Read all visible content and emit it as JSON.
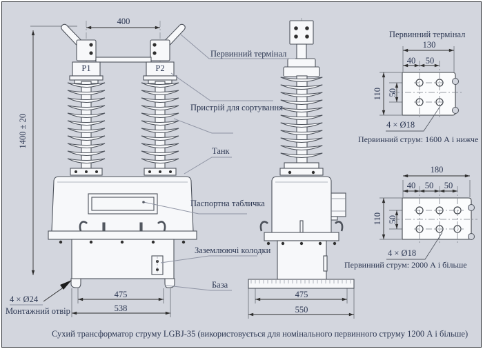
{
  "page": {
    "caption": "Сухий трансформатор струму LGBJ-35 (використовується для номінального первинного струму 1200 А і більше)",
    "background_color": "#d3d6de",
    "line_color": "#4d525b",
    "text_color": "#2c3752"
  },
  "front_view": {
    "terminal_left_label": "P1",
    "terminal_right_label": "P2",
    "dim_terminal_spacing": "400",
    "dim_overall_height": "1400 ± 20",
    "dim_base_inner": "475",
    "dim_base_outer": "538",
    "mounting_holes": "4 × Ø24",
    "mounting_hole_label": "Монтажний отвір"
  },
  "side_view": {
    "dim_base_inner": "475",
    "dim_base_outer": "550"
  },
  "callouts": {
    "primary_terminal": "Первинний термінал",
    "sorting_device": "Пристрій для сортування",
    "tank": "Танк",
    "nameplate": "Паспортна табличка",
    "grounding_blocks": "Заземлюючі колодки",
    "base": "База"
  },
  "terminal_detail_1600": {
    "title": "Первинний термінал",
    "dim_width": "130",
    "dim_col_first": "40",
    "dim_col_second": "50",
    "dim_height": "110",
    "dim_row_spacing": "50",
    "holes_note": "4 × Ø18",
    "current_note": "Первинний струм: 1600 А і нижче"
  },
  "terminal_detail_2000": {
    "dim_width": "180",
    "dim_col_first": "40",
    "dim_col_second": "50",
    "dim_col_third": "50",
    "dim_height": "110",
    "dim_row_spacing": "50",
    "holes_note": "4 × Ø18",
    "current_note": "Первинний струм: 2000 А і більше"
  }
}
